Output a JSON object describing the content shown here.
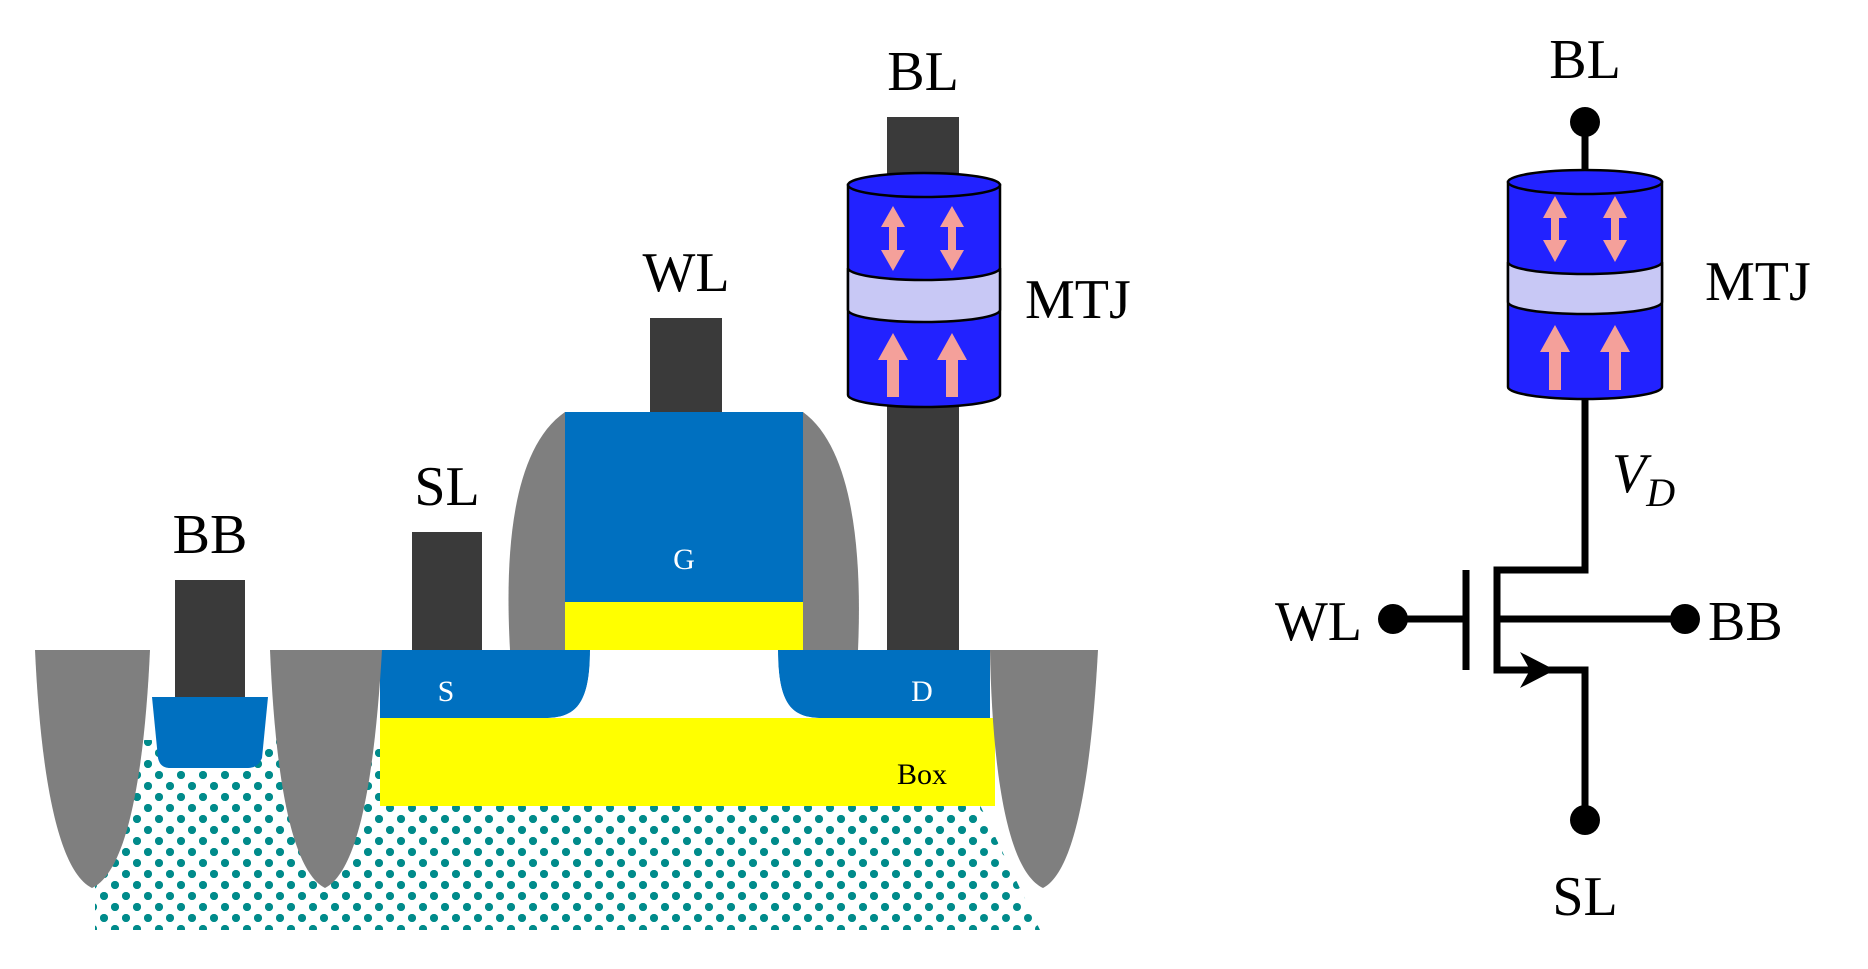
{
  "cross_section": {
    "labels": {
      "bb": "BB",
      "sl": "SL",
      "wl": "WL",
      "bl": "BL",
      "mtj": "MTJ"
    },
    "regions": {
      "gate": "G",
      "source": "S",
      "drain": "D",
      "box": "Box"
    }
  },
  "circuit": {
    "labels": {
      "bl": "BL",
      "mtj": "MTJ",
      "vd_main": "V",
      "vd_sub": "D",
      "wl": "WL",
      "bb": "BB",
      "sl": "SL"
    }
  },
  "colors": {
    "contact": "#3a3a3a",
    "oxide_gray": "#7f7f7f",
    "silicon_blue": "#0070c0",
    "box_yellow": "#ffff00",
    "substrate_dots": "#008b8b",
    "mtj_blue": "#2222ff",
    "mtj_barrier": "#c8c8f5",
    "arrow_pink": "#f4a09a"
  }
}
